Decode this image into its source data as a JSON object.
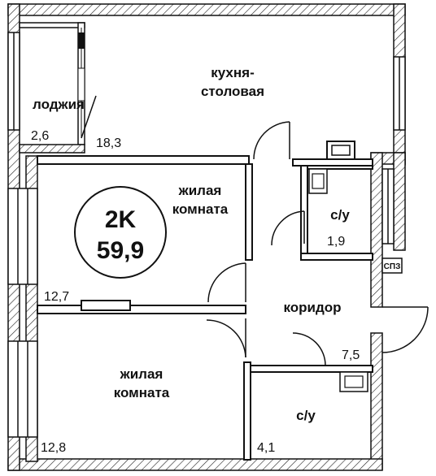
{
  "plan": {
    "type": "2K",
    "total_area": "59,9",
    "rooms": {
      "loggia": {
        "name": "лоджия",
        "area": "2,6"
      },
      "kitchen": {
        "name_line1": "кухня-",
        "name_line2": "столовая",
        "area": "18,3"
      },
      "living1": {
        "name_line1": "жилая",
        "name_line2": "комната",
        "area": "12,7"
      },
      "living2": {
        "name_line1": "жилая",
        "name_line2": "комната",
        "area": "12,8"
      },
      "bath1": {
        "name": "с/у",
        "area": "1,9"
      },
      "corridor": {
        "name": "коридор",
        "area": "7,5"
      },
      "bath2": {
        "name": "с/у",
        "area": "4,1"
      }
    },
    "tag": "СПЗ",
    "colors": {
      "wall": "#111111",
      "hatch": "#333333",
      "background": "#ffffff"
    }
  }
}
